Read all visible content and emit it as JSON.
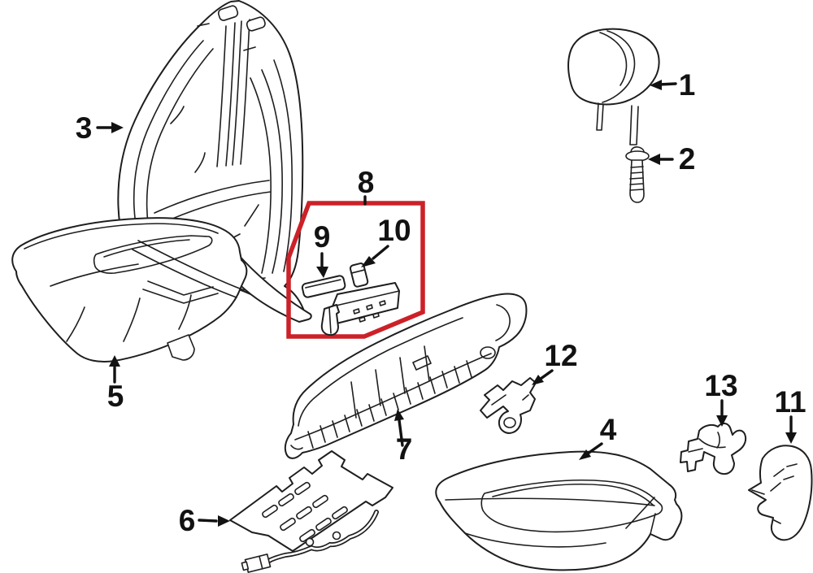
{
  "diagram": {
    "background_color": "#ffffff",
    "line_color": "#1e1e1e",
    "callout_color": "#121212",
    "highlight_box": {
      "color": "#cc2128",
      "labeled_by": "8",
      "contains_labels": [
        "9",
        "10"
      ]
    },
    "callouts": [
      {
        "label": "1"
      },
      {
        "label": "2"
      },
      {
        "label": "3"
      },
      {
        "label": "4"
      },
      {
        "label": "5"
      },
      {
        "label": "6"
      },
      {
        "label": "7"
      },
      {
        "label": "8"
      },
      {
        "label": "9"
      },
      {
        "label": "10"
      },
      {
        "label": "11"
      },
      {
        "label": "12"
      },
      {
        "label": "13"
      }
    ]
  }
}
